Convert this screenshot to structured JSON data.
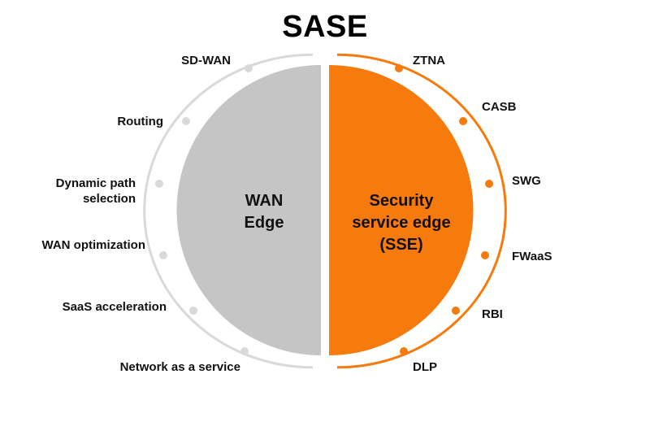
{
  "title": "SASE",
  "colors": {
    "wan": "#c5c5c5",
    "wan_ring": "#d9d9d9",
    "sse": "#f77a0c",
    "sse_ring": "#f77a0c",
    "text": "#111111"
  },
  "wan_edge": {
    "label_line1": "WAN",
    "label_line2": "Edge",
    "items": [
      {
        "label": "SD-WAN"
      },
      {
        "label": "Routing"
      },
      {
        "label_line1": "Dynamic path",
        "label_line2": "selection"
      },
      {
        "label": "WAN optimization"
      },
      {
        "label": "SaaS acceleration"
      },
      {
        "label": "Network as a service"
      }
    ]
  },
  "sse": {
    "label_line1": "Security",
    "label_line2": "service edge",
    "label_line3": "(SSE)",
    "items": [
      {
        "label": "ZTNA"
      },
      {
        "label": "CASB"
      },
      {
        "label": "SWG"
      },
      {
        "label": "FWaaS"
      },
      {
        "label": "RBI"
      },
      {
        "label": "DLP"
      }
    ]
  }
}
